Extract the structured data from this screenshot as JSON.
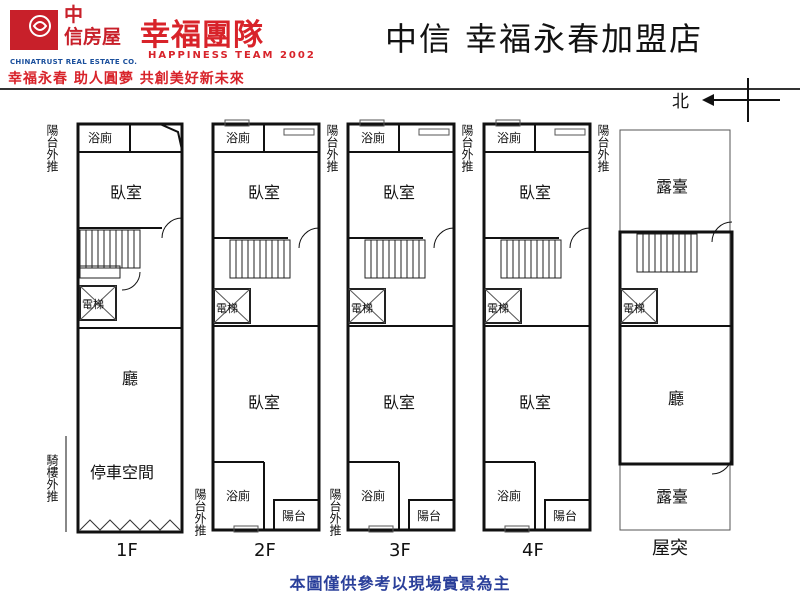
{
  "header": {
    "brand_name_line1": "中",
    "brand_name_line2": "信房屋",
    "brand_name_en": "CHINATRUST REAL ESTATE CO.",
    "team_name": "幸福團隊",
    "team_name_en": "HAPPINESS TEAM 2002",
    "slogan": "幸福永春  助人圓夢  共創美好新未來",
    "store_name": "中信  幸福永春加盟店"
  },
  "compass": {
    "label": "北"
  },
  "rooms": {
    "bath": "浴廁",
    "bedroom": "臥室",
    "elevator": "電梯",
    "hall": "廳",
    "parking": "停車空間",
    "balcony": "陽台",
    "terrace": "露臺",
    "balcony_push_out": "陽台外推",
    "arcade_push_out": "騎樓外推"
  },
  "floors": [
    {
      "label": "1F"
    },
    {
      "label": "2F"
    },
    {
      "label": "3F"
    },
    {
      "label": "4F"
    },
    {
      "label": "屋突"
    }
  ],
  "disclaimer": "本圖僅供參考以現場實景為主"
}
